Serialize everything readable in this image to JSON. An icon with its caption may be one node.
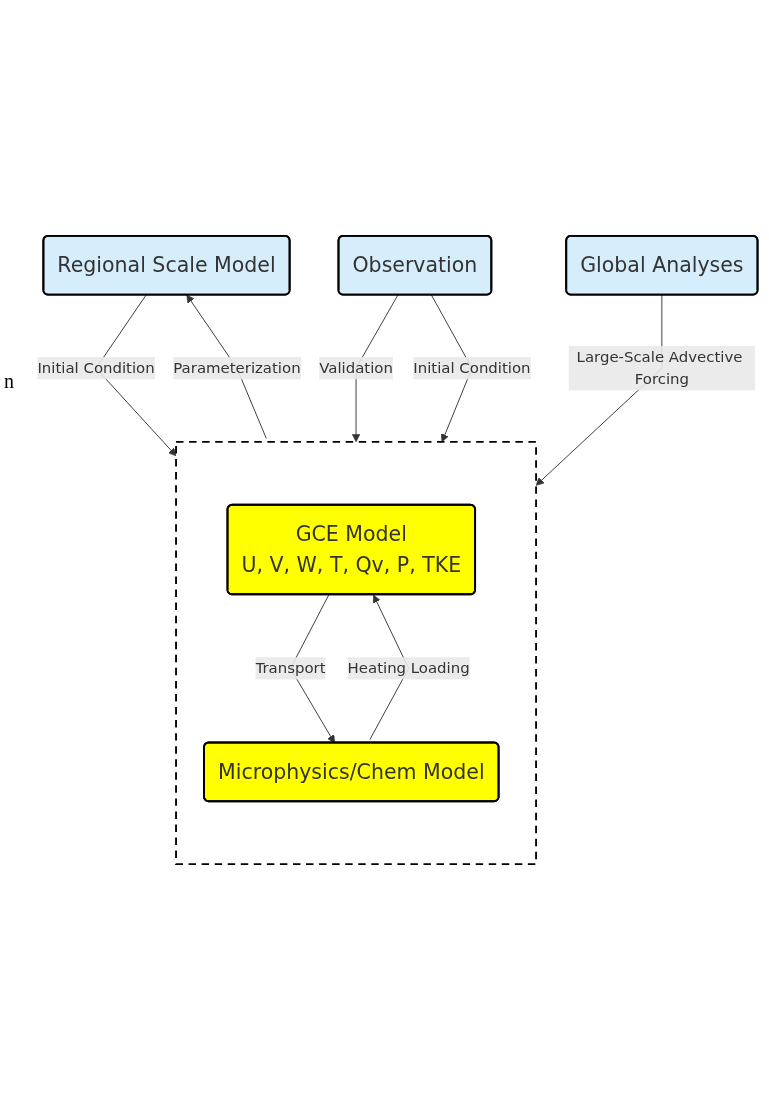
{
  "diagram": {
    "nodes": [
      {
        "text": [
          "Regional Scale Model"
        ]
      },
      {
        "text": [
          "Observation"
        ]
      },
      {
        "text": [
          "Global Analyses"
        ]
      },
      {
        "text": [],
        "shape": "box"
      },
      {
        "text": [
          "GCE Model",
          "U, V, W, T, Qv, P, TKE"
        ],
        "in": 3
      },
      {
        "text": [
          "Microphysics/Chem Model"
        ],
        "in": 3
      }
    ],
    "edges": [
      {
        "from": 0,
        "to": 3,
        "arrow": "to",
        "label": "Initial Condition"
      },
      {
        "from": 3,
        "to": 0,
        "arrow": "to",
        "label": "Parameterization"
      },
      {
        "from": 1,
        "to": 3,
        "arrow": "to",
        "label": "Validation"
      },
      {
        "from": 1,
        "to": 3,
        "arrow": "to",
        "label": "Initial Condition"
      },
      {
        "from": 2,
        "to": 3,
        "arrow": "to",
        "label": "Large-Scale Advective Forcing"
      },
      {
        "from": 4,
        "to": 5,
        "arrow": "to",
        "label": "Transport"
      },
      {
        "from": 5,
        "to": 4,
        "arrow": "to",
        "label": "Heating Loading"
      }
    ],
    "labels": [
      "n"
    ]
  }
}
